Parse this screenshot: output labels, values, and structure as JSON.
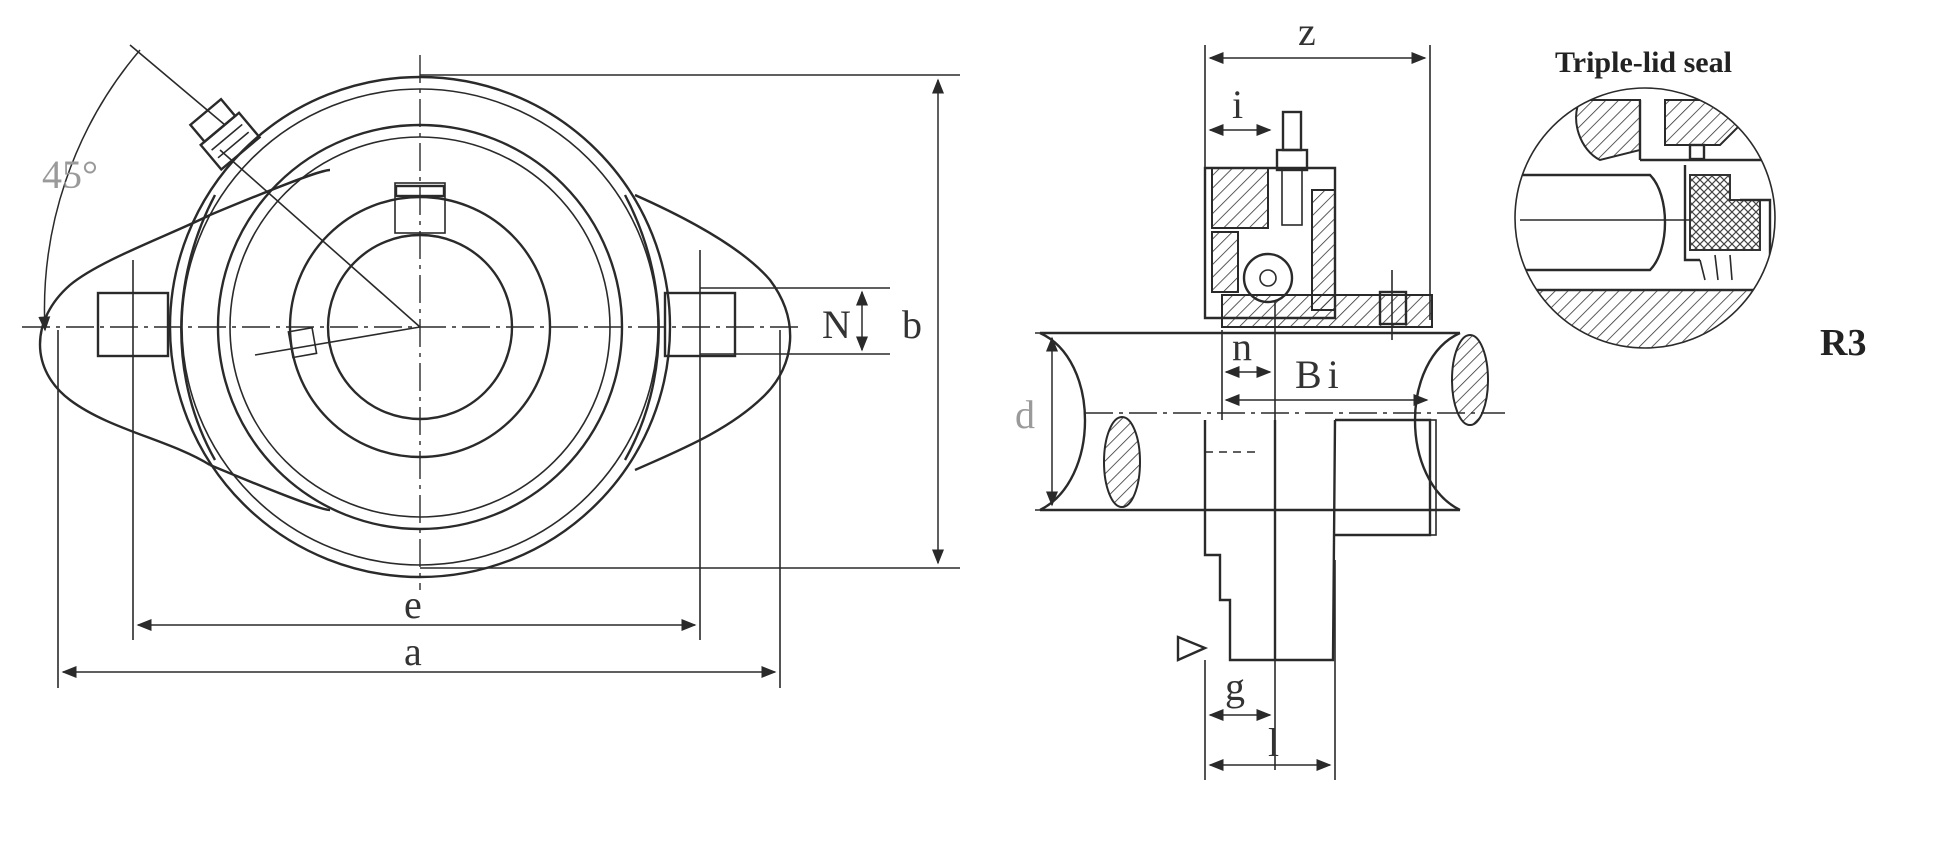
{
  "front_view": {
    "angle_label": "45°",
    "dim_N": "N",
    "dim_b": "b",
    "dim_e": "e",
    "dim_a": "a"
  },
  "side_view": {
    "dim_z": "z",
    "dim_i": "i",
    "dim_n": "n",
    "dim_Bi": "Bi",
    "dim_d": "d",
    "dim_g": "g",
    "dim_l": "l"
  },
  "seal_detail": {
    "title": "Triple-lid seal",
    "label": "R3"
  }
}
